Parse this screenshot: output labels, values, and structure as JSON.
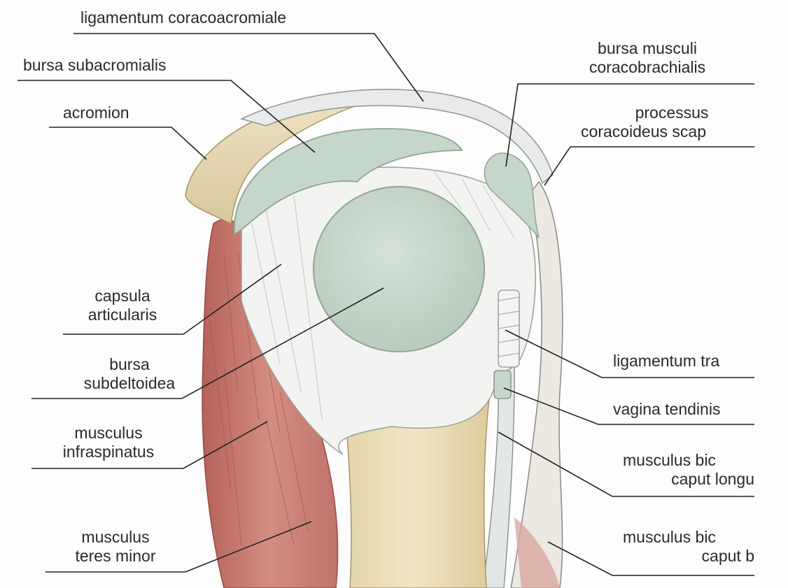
{
  "figure": {
    "colors": {
      "background": "#fdfdfd",
      "bone": "#ecdfb8",
      "cartilage": "#c9d9cc",
      "capsule": "#f1f2f2",
      "muscle": "#c97a70",
      "leader": "#222222"
    },
    "labels": {
      "lig_coracoacromiale": "ligamentum coracoacromiale",
      "bursa_subacromialis": "bursa subacromialis",
      "acromion": "acromion",
      "bursa_coracobrachialis": [
        "bursa musculi",
        "coracobrachialis"
      ],
      "processus_coracoideus": [
        "processus",
        "coracoideus scap"
      ],
      "capsula_articularis": [
        "capsula",
        "articularis"
      ],
      "bursa_subdeltoidea": [
        "bursa",
        "subdeltoidea"
      ],
      "musculus_infraspinatus": [
        "musculus",
        "infraspinatus"
      ],
      "musculus_teres_minor": [
        "musculus",
        "teres minor"
      ],
      "ligamentum_transversum": "ligamentum tra",
      "vagina_tendinis": "vagina tendinis",
      "biceps_caput_longum": [
        "musculus bic",
        "caput longu"
      ],
      "biceps_caput_breve": [
        "musculus bic",
        "caput b"
      ]
    }
  }
}
